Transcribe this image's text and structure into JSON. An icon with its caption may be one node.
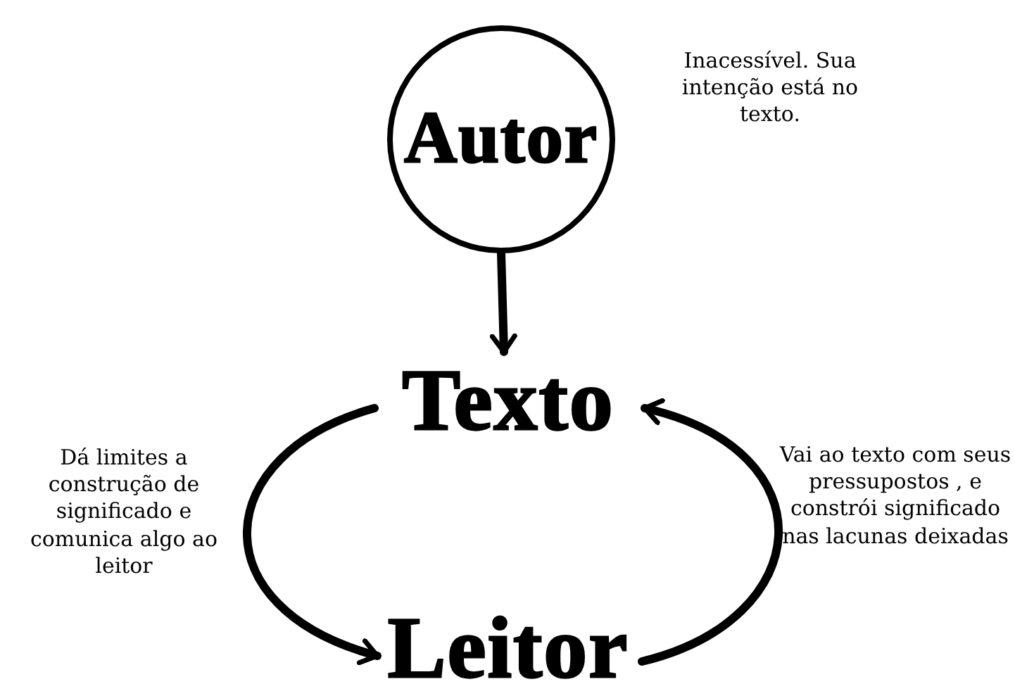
{
  "diagram": {
    "nodes": [
      {
        "text": [
          "Autor"
        ],
        "beside": [
          "Inacessível. Sua intenção está no texto."
        ]
      },
      {
        "text": [
          "Texto"
        ]
      },
      {
        "text": [
          "Leitor"
        ]
      }
    ],
    "edges": [
      {
        "from": 0,
        "to": 1,
        "arrow": "to"
      },
      {
        "from": 1,
        "to": 2,
        "arrow": "to"
      },
      {
        "from": 2,
        "to": 1,
        "arrow": "to"
      }
    ],
    "labels": [
      "Dá limites a construção de significado e comunica algo ao leitor",
      "Vai ao texto com seus pressupostos , e constrói significado nas lacunas deixadas"
    ]
  }
}
